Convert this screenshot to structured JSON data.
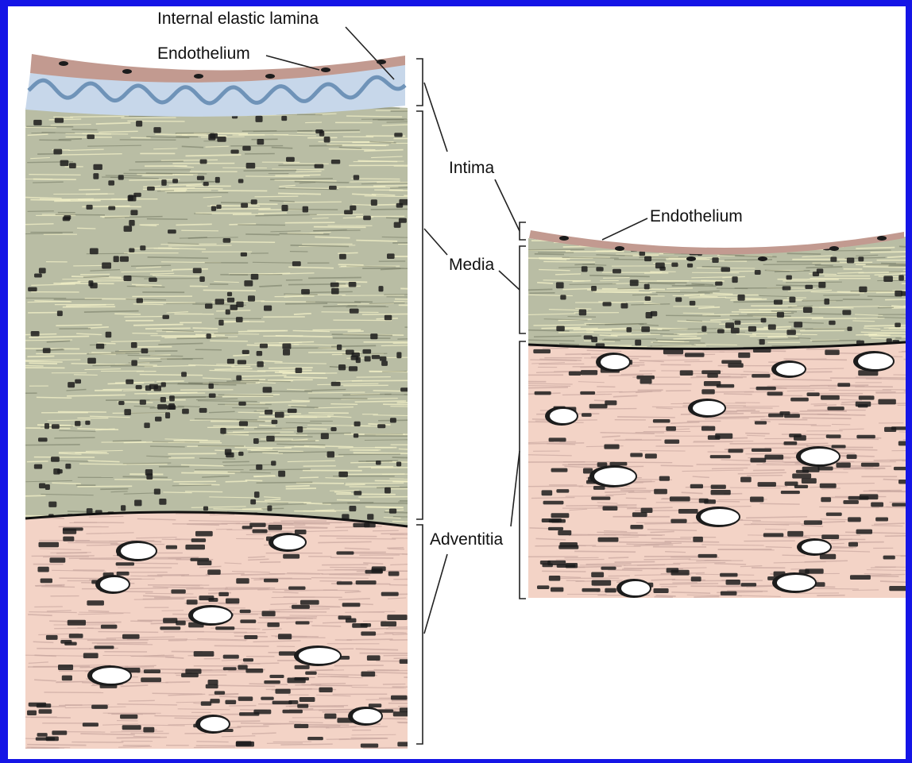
{
  "colors": {
    "border": "#1515e6",
    "background": "#ffffff",
    "media": "#b9bda4",
    "media_fiber": "#f4f2c8",
    "adventitia": "#f3d3c6",
    "adventitia_fiber": "#c9a8a0",
    "elastic_band": "#c7d7ea",
    "elastic_wave": "#6f93b8",
    "endothelium": "#c29a90",
    "nucleus": "#1c1c1c",
    "vessel_lumen": "#ffffff",
    "text": "#111111"
  },
  "labels": {
    "internal_elastic_lamina": "Internal elastic lamina",
    "endothelium_left": "Endothelium",
    "endothelium_right": "Endothelium",
    "intima": "Intima",
    "media": "Media",
    "adventitia": "Adventitia"
  }
}
